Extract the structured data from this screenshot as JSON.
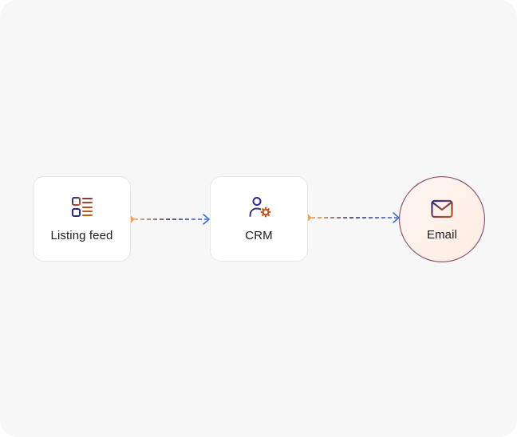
{
  "diagram": {
    "nodes": [
      {
        "id": "listing",
        "label": "Listing feed",
        "icon": "list-icon"
      },
      {
        "id": "crm",
        "label": "CRM",
        "icon": "user-gear-icon"
      },
      {
        "id": "email",
        "label": "Email",
        "icon": "mail-icon"
      }
    ],
    "edges": [
      {
        "from": "listing",
        "to": "crm",
        "style": "dashed"
      },
      {
        "from": "crm",
        "to": "email",
        "style": "dashed"
      }
    ],
    "colors": {
      "background": "#f7f7f7",
      "card": "#ffffff",
      "accent_orange": "#f0a05a",
      "accent_navy": "#1e1b4b",
      "accent_blue": "#3b6fd4",
      "accent_rust": "#c2571a"
    }
  }
}
